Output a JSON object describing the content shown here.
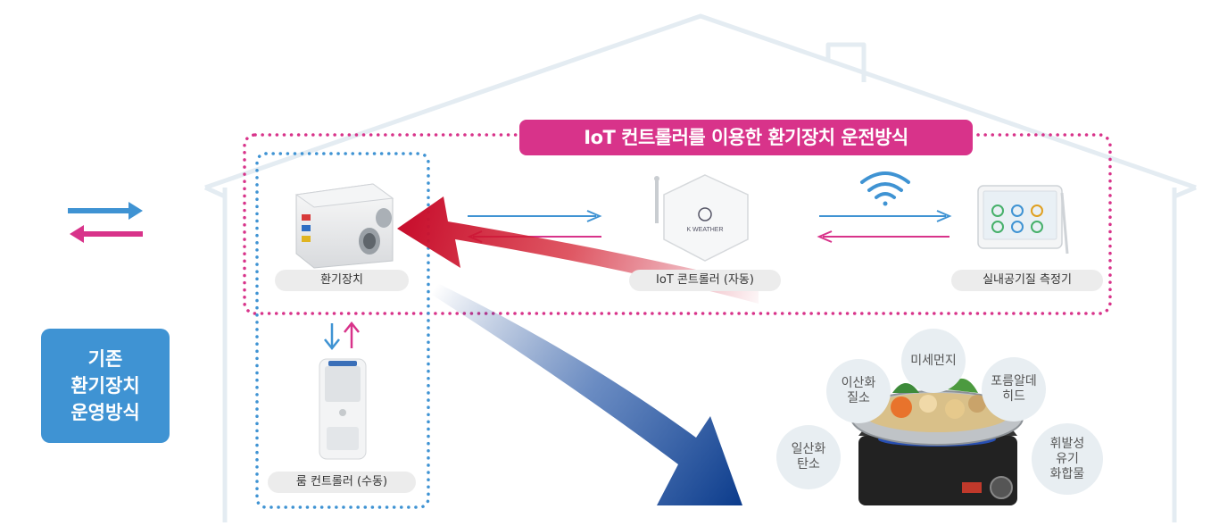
{
  "banner": "IoT 컨트롤러를 이용한 환기장치 운전방식",
  "legacy_label": [
    "기존",
    "환기장치",
    "운영방식"
  ],
  "devices": {
    "ventilator": "환기장치",
    "iot_controller": "IoT 콘트롤러 (자동)",
    "air_meter": "실내공기질 측정기",
    "room_controller": "룸 컨트롤러 (수동)"
  },
  "brand": "K WEATHER",
  "pollutants": [
    {
      "text": "일산화\n탄소"
    },
    {
      "text": "이산화\n질소"
    },
    {
      "text": "미세먼지"
    },
    {
      "text": "포름알데\n히드"
    },
    {
      "text": "휘발성\n유기\n화합물"
    }
  ],
  "colors": {
    "pink": "#d8338a",
    "blue": "#3f93d3",
    "arrow_red": "#c8102e",
    "arrow_navy": "#0c3c8c",
    "house_outline": "#e4ecf2"
  },
  "icons": [
    "wifi-icon",
    "bidirectional-arrow-icon"
  ]
}
